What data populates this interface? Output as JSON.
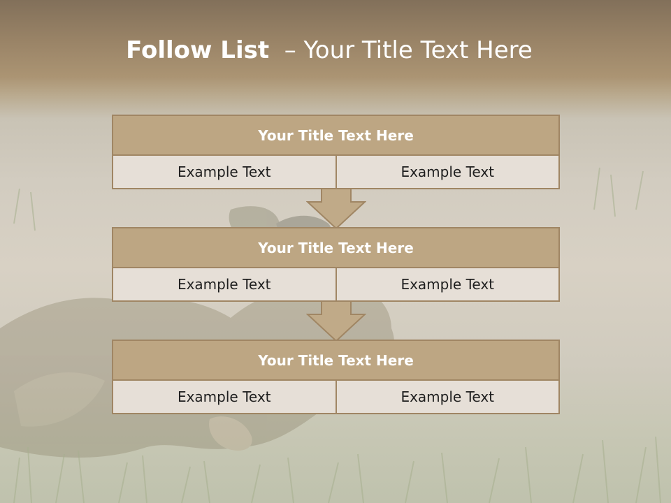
{
  "slide": {
    "title_bold": "Follow List",
    "title_rest": "– Your Title Text Here"
  },
  "boxes": [
    {
      "title": "Your Title Text Here",
      "left": "Example Text",
      "right": "Example Text"
    },
    {
      "title": "Your Title Text Here",
      "left": "Example Text",
      "right": "Example Text"
    },
    {
      "title": "Your Title Text Here",
      "left": "Example Text",
      "right": "Example Text"
    }
  ],
  "colors": {
    "header_fill": "#bda683",
    "cell_fill": "#e6dfd7",
    "border": "#a08664",
    "arrow_fill": "#c0aa88",
    "title_text": "#ffffff"
  }
}
